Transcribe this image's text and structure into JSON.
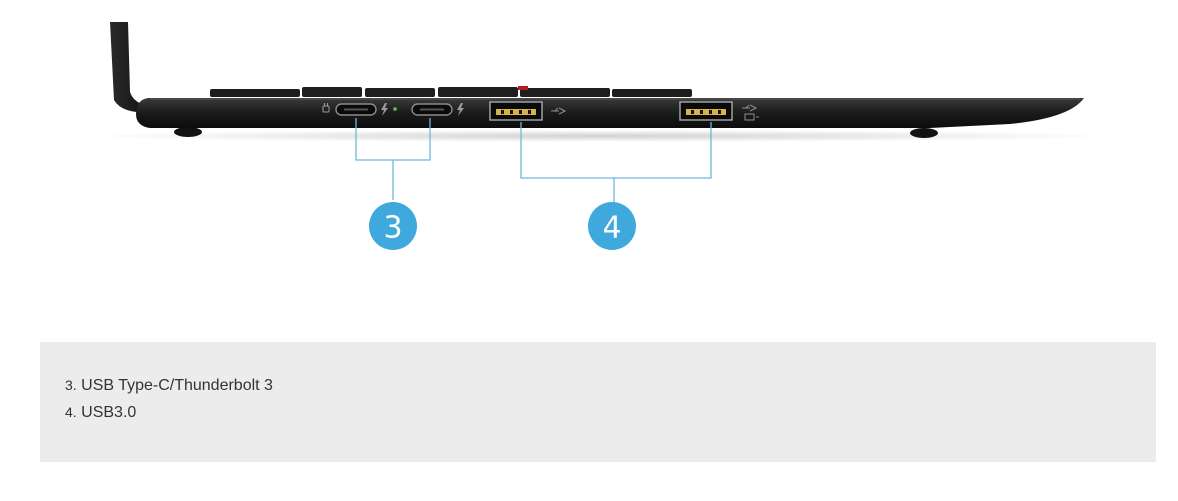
{
  "figure": {
    "callouts": [
      {
        "number": "3",
        "color": "#3fa9dd"
      },
      {
        "number": "4",
        "color": "#3fa9dd"
      }
    ],
    "leader_line_color": "#6fb7dd"
  },
  "legend": {
    "background": "#ececec",
    "items": [
      {
        "number": "3.",
        "text": "USB Type-C/Thunderbolt 3"
      },
      {
        "number": "4.",
        "text": "USB3.0"
      }
    ]
  }
}
